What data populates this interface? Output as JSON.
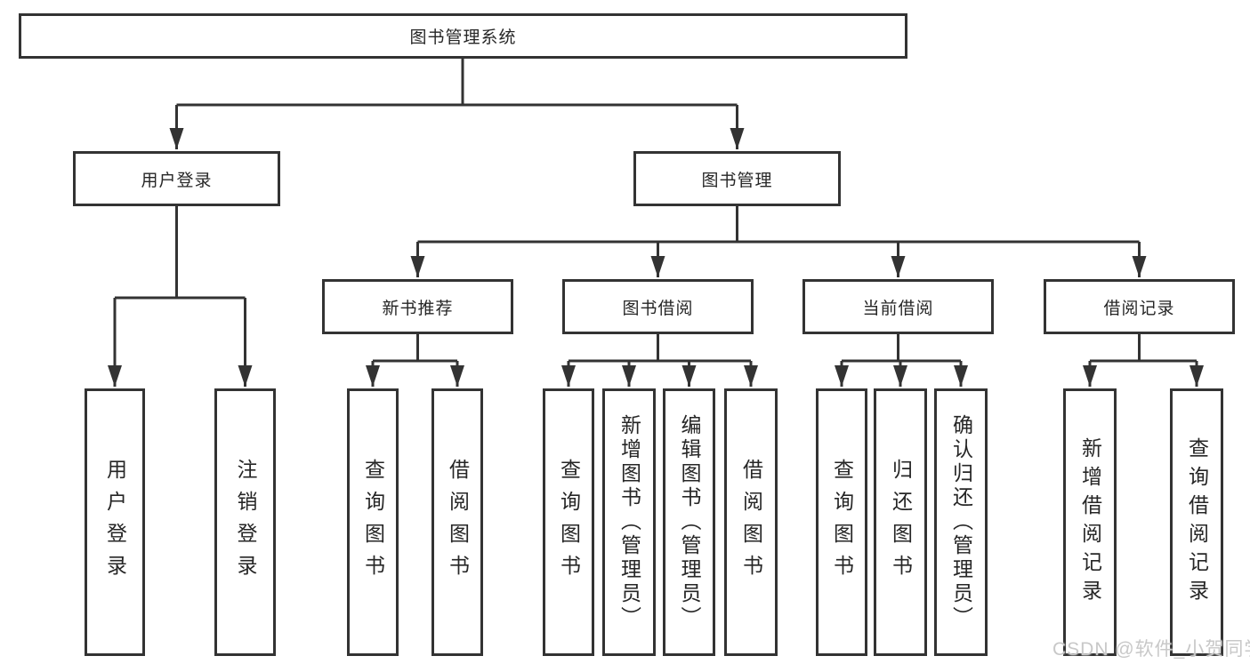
{
  "diagram_type": "hierarchy-tree",
  "colors": {
    "line": "#333333",
    "box_border": "#333333",
    "text": "#262626",
    "background": "#ffffff",
    "watermark": "#c8c8c8"
  },
  "tree": {
    "label": "图书管理系统",
    "children": [
      {
        "label": "用户登录",
        "children": [
          {
            "label": "用户登录"
          },
          {
            "label": "注销登录"
          }
        ]
      },
      {
        "label": "图书管理",
        "children": [
          {
            "label": "新书推荐",
            "children": [
              {
                "label": "查询图书"
              },
              {
                "label": "借阅图书"
              }
            ]
          },
          {
            "label": "图书借阅",
            "children": [
              {
                "label": "查询图书"
              },
              {
                "label": "新增图书（管理员）"
              },
              {
                "label": "编辑图书（管理员）"
              },
              {
                "label": "借阅图书"
              }
            ]
          },
          {
            "label": "当前借阅",
            "children": [
              {
                "label": "查询图书"
              },
              {
                "label": "归还图书"
              },
              {
                "label": "确认归还（管理员）"
              }
            ]
          },
          {
            "label": "借阅记录",
            "children": [
              {
                "label": "新增借阅记录"
              },
              {
                "label": "查询借阅记录"
              }
            ]
          }
        ]
      }
    ]
  },
  "watermark": "CSDN @软件_小贺同学"
}
